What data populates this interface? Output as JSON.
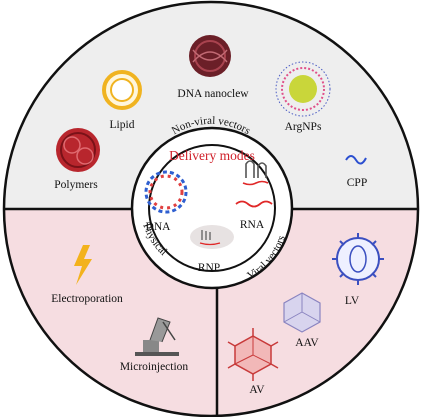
{
  "title": "Delivery modes",
  "sections": {
    "non_viral": "Non-viral vectors",
    "physical": "Physical",
    "viral": "Viral vectors"
  },
  "cargo": {
    "dna": "DNA",
    "rna": "RNA",
    "rnp": "RNP"
  },
  "non_viral_items": {
    "polymers": "Polymers",
    "lipid": "Lipid",
    "dna_nanoclew": "DNA nanoclew",
    "argnps": "ArgNPs",
    "cpp": "CPP"
  },
  "physical_items": {
    "electroporation": "Electroporation",
    "microinjection": "Microinjection"
  },
  "viral_items": {
    "lv": "LV",
    "aav": "AAV",
    "av": "AV"
  },
  "colors": {
    "title": "#d0202a",
    "lower_fill": "#f6dde1",
    "upper_fill": "#eeeeee",
    "outline": "#111111"
  }
}
